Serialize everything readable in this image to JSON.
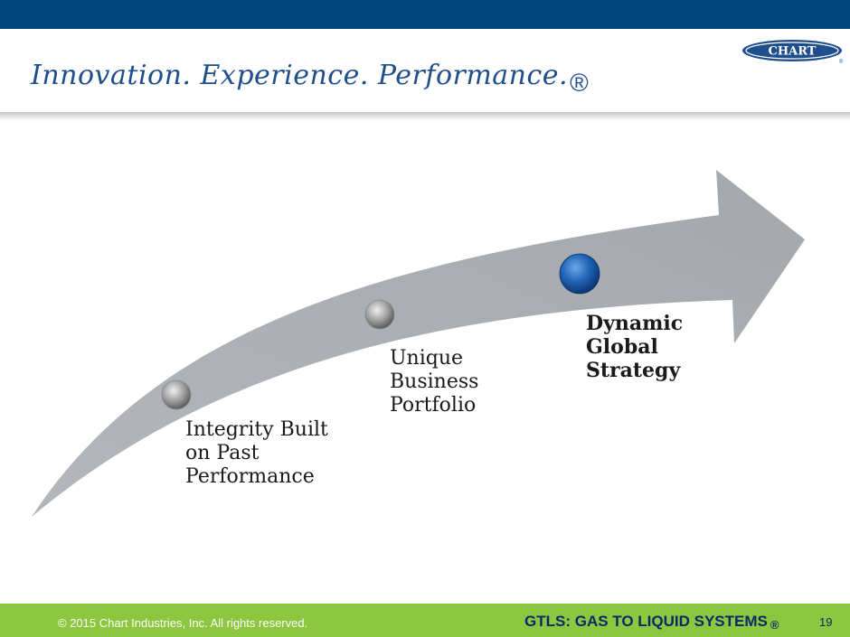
{
  "header": {
    "tagline": "Innovation. Experience. Performance.",
    "tagline_mark": "®",
    "logo_text": "CHART",
    "logo_mark": "®"
  },
  "strategy": {
    "steps": [
      {
        "label": "Integrity Built\non Past\nPerformance",
        "active": false
      },
      {
        "label": "Unique\nBusiness\nPortfolio",
        "active": false
      },
      {
        "label": "Dynamic\nGlobal\nStrategy",
        "active": true
      }
    ]
  },
  "footer": {
    "copyright": "© 2015 Chart Industries, Inc. All rights reserved.",
    "tagline": "GTLS: GAS TO LIQUID SYSTEMS",
    "tagline_mark": "®",
    "page_number": "19"
  },
  "colors": {
    "top_bar": "#00467f",
    "footer": "#8dc63f",
    "arrow": "#a9acb1",
    "active_node": "#1f63b5",
    "inactive_node": "#a0a0a0"
  },
  "icons": {
    "logo": "chart-logo-icon",
    "inactive_node": "gray-sphere-icon",
    "active_node": "blue-sphere-icon"
  }
}
